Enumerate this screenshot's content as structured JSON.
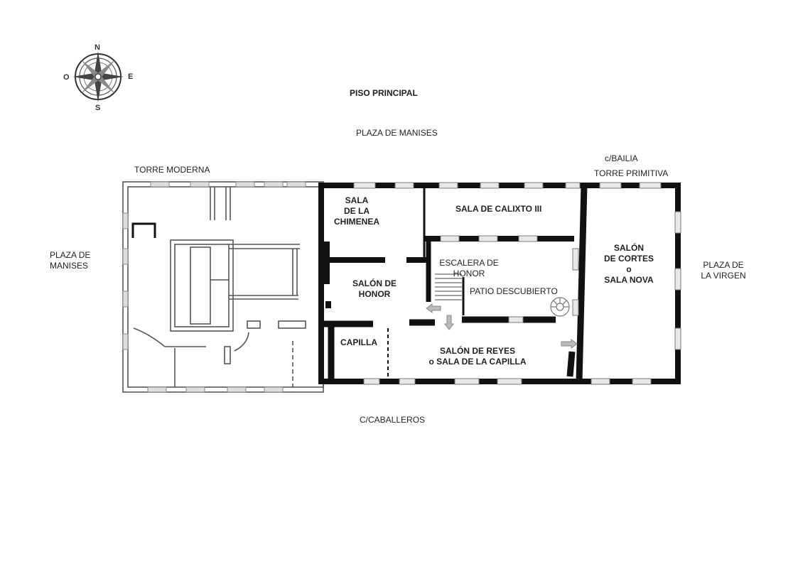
{
  "title": "PISO PRINCIPAL",
  "compass": {
    "n": "N",
    "s": "S",
    "e": "E",
    "w": "O"
  },
  "streets": {
    "north": "PLAZA DE MANISES",
    "west": "PLAZA DE\nMANISES",
    "east": "PLAZA DE\nLA VIRGEN",
    "south": "C/CABALLEROS",
    "northeast": "c/BAILIA"
  },
  "towers": {
    "modern": "TORRE MODERNA",
    "primitive": "TORRE PRIMITIVA"
  },
  "rooms": {
    "chimenea": "SALA\nDE LA\nCHIMENEA",
    "calixto": "SALA DE CALIXTO III",
    "cortes": "SALÓN\nDE CORTES\no\nSALA NOVA",
    "honor": "SALÓN DE\nHONOR",
    "escalera": "ESCALERA DE\nHONOR",
    "patio": "PATIO DESCUBIERTO",
    "capilla": "CAPILLA",
    "reyes": "SALÓN DE REYES\no SALA DE LA CAPILLA"
  }
}
